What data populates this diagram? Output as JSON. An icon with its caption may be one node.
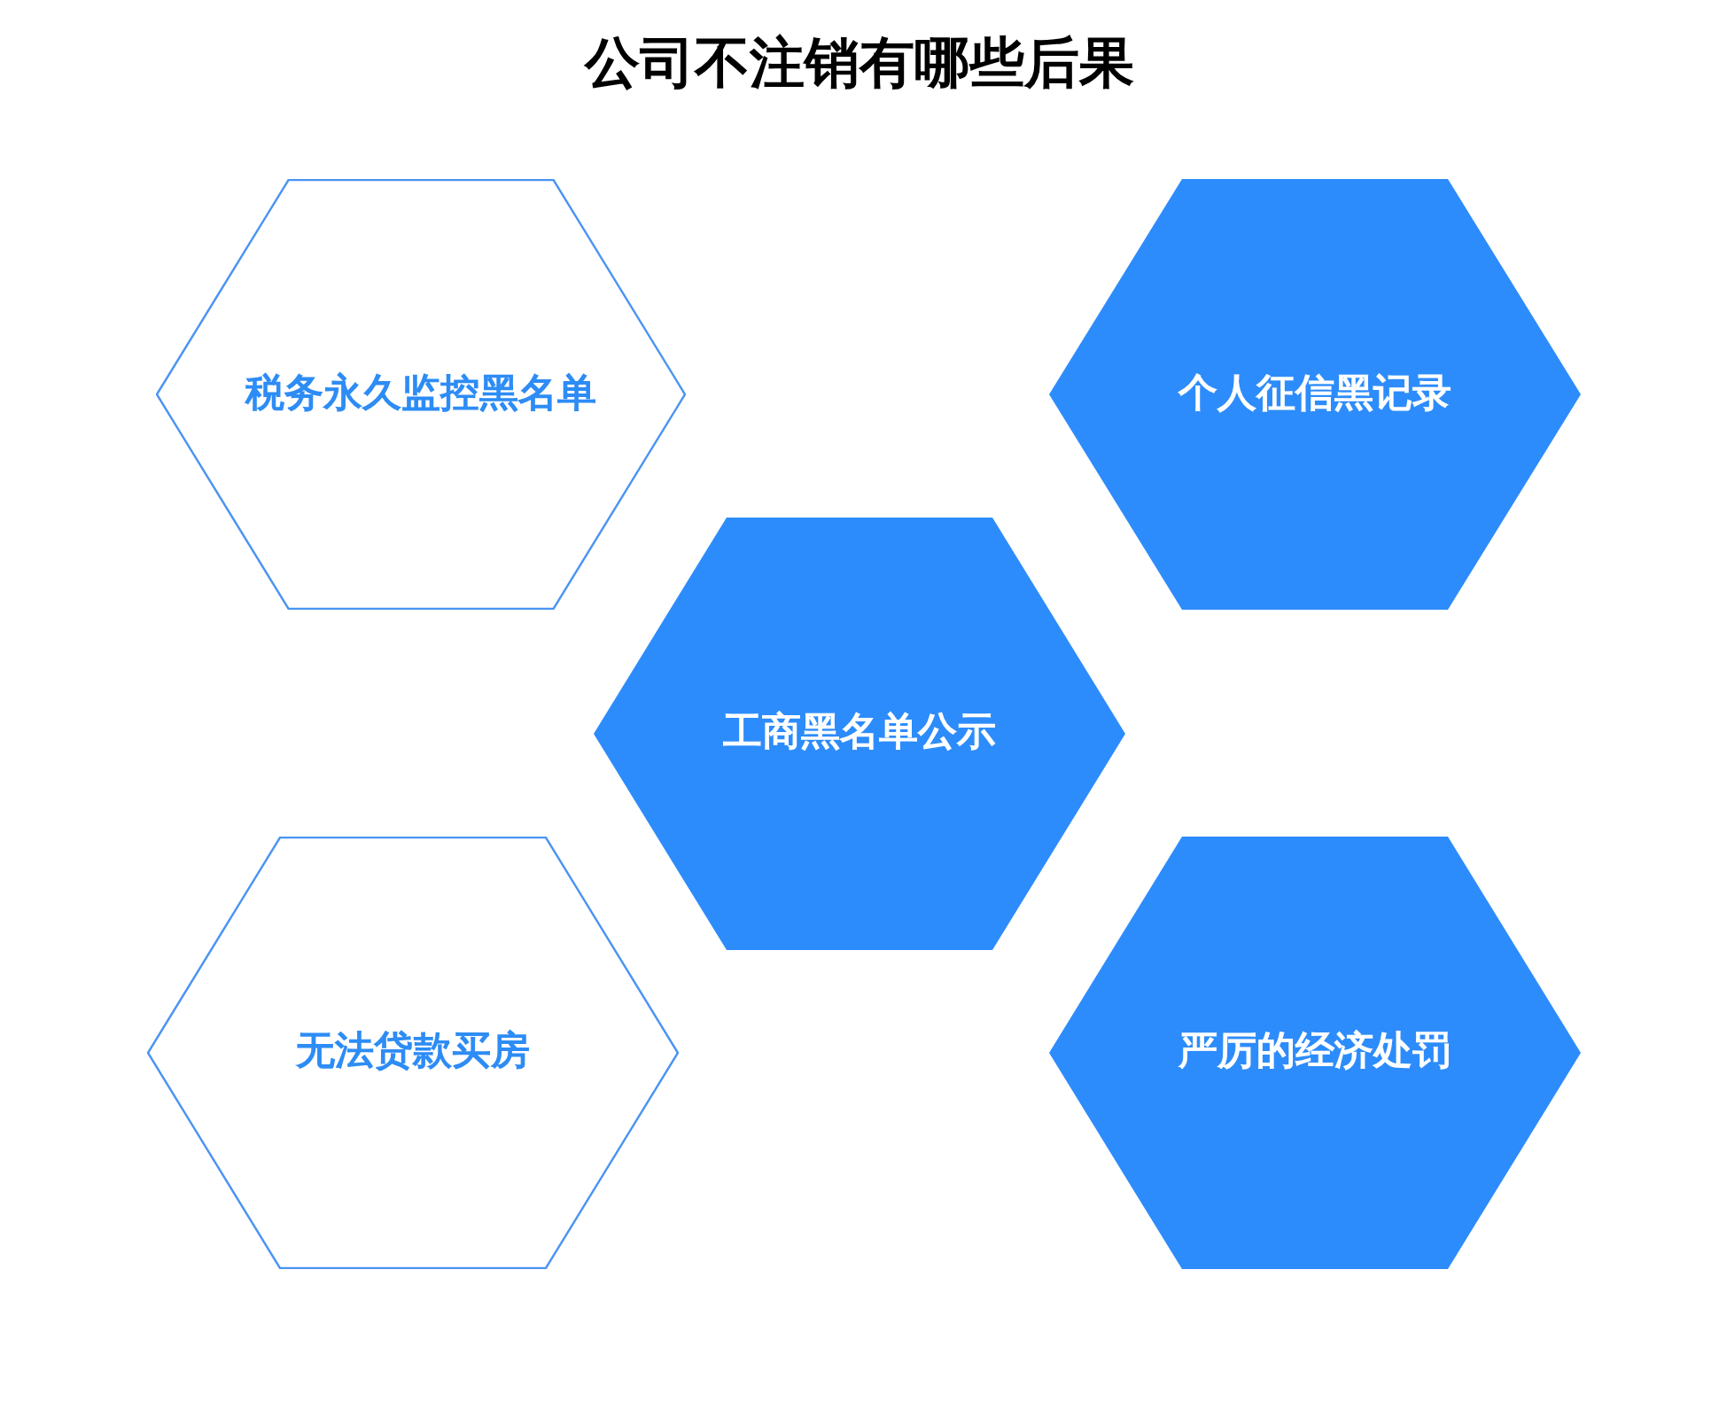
{
  "diagram": {
    "title": "公司不注销有哪些后果",
    "nodes": [
      {
        "text": [
          "税务永久监控黑名单"
        ]
      },
      {
        "text": [
          "个人征信黑记录"
        ]
      },
      {
        "text": [
          "工商黑名单公示"
        ]
      },
      {
        "text": [
          "无法贷款买房"
        ]
      },
      {
        "text": [
          "严厉的经济处罚"
        ]
      }
    ]
  }
}
